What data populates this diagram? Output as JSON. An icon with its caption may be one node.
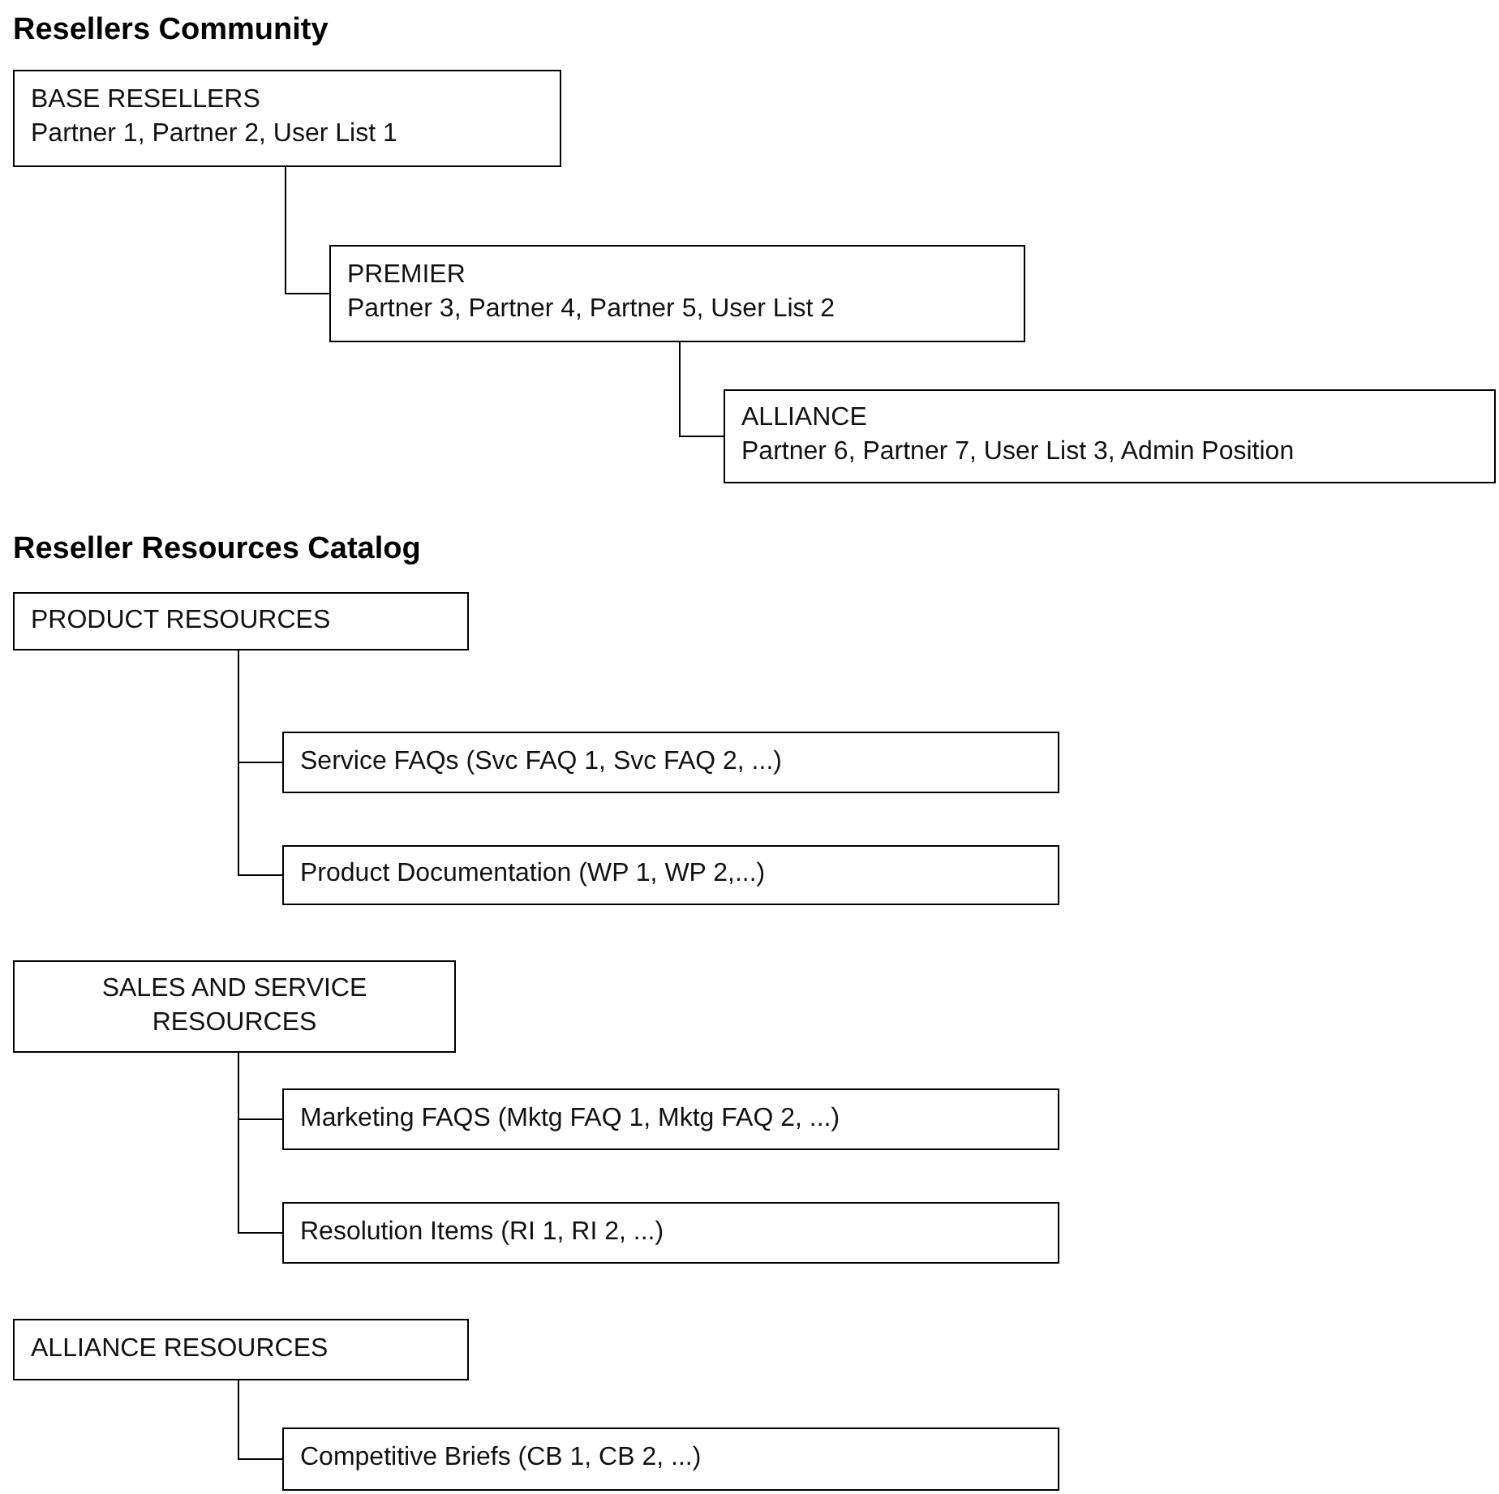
{
  "diagram": {
    "nodes": [
      {
        "text": [
          "BASE RESELLERS",
          "Partner 1, Partner 2, User List 1"
        ]
      },
      {
        "text": [
          "PREMIER",
          "Partner 3, Partner 4, Partner 5, User List 2"
        ]
      },
      {
        "text": [
          "ALLIANCE",
          "Partner 6, Partner 7, User List 3, Admin Position"
        ]
      },
      {
        "text": [
          "PRODUCT RESOURCES"
        ]
      },
      {
        "text": [
          "Service FAQs (Svc FAQ 1, Svc FAQ 2, ...)"
        ]
      },
      {
        "text": [
          "Product Documentation (WP 1, WP 2,...)"
        ]
      },
      {
        "text": [
          "SALES AND SERVICE RESOURCES"
        ]
      },
      {
        "text": [
          "Marketing FAQS (Mktg FAQ 1, Mktg FAQ 2, ...)"
        ]
      },
      {
        "text": [
          "Resolution Items (RI 1, RI 2, ...)"
        ]
      },
      {
        "text": [
          "ALLIANCE RESOURCES"
        ]
      },
      {
        "text": [
          "Competitive Briefs (CB 1, CB 2, ...)"
        ]
      }
    ],
    "edges": [
      {
        "from": 0,
        "to": 1,
        "arrow": "none"
      },
      {
        "from": 1,
        "to": 2,
        "arrow": "none"
      },
      {
        "from": 3,
        "to": 4,
        "arrow": "none"
      },
      {
        "from": 3,
        "to": 5,
        "arrow": "none"
      },
      {
        "from": 6,
        "to": 7,
        "arrow": "none"
      },
      {
        "from": 6,
        "to": 8,
        "arrow": "none"
      },
      {
        "from": 9,
        "to": 10,
        "arrow": "none"
      }
    ],
    "labels": [
      "Resellers Community",
      "Reseller Resources Catalog"
    ]
  }
}
